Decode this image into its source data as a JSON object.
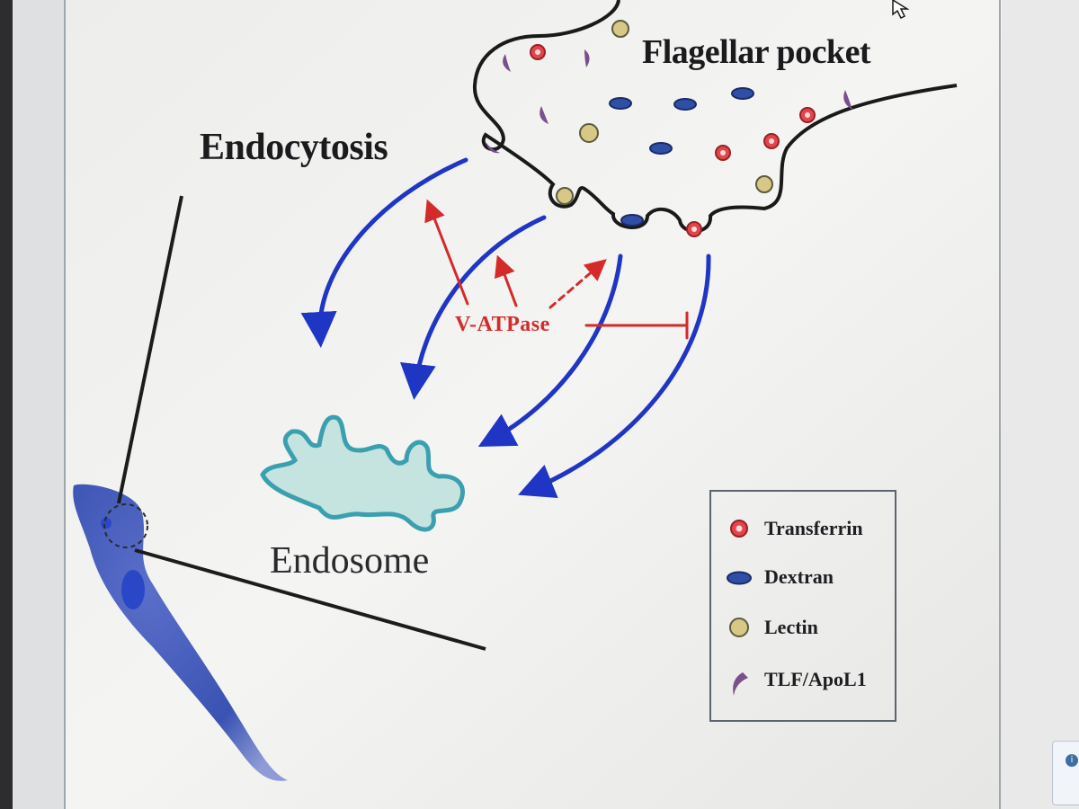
{
  "diagram": {
    "title_flagellar_pocket": "Flagellar pocket",
    "title_endocytosis": "Endocytosis",
    "title_endosome": "Endosome",
    "label_vatpase": "V-ATPase"
  },
  "legend": {
    "items": [
      {
        "label": "Transferrin",
        "icon": "transferrin-icon",
        "color": "#e0474c"
      },
      {
        "label": "Dextran",
        "icon": "dextran-icon",
        "color": "#2f4fa6"
      },
      {
        "label": "Lectin",
        "icon": "lectin-icon",
        "color": "#d9c98a"
      },
      {
        "label": "TLF/ApoL1",
        "icon": "tlf-apol1-icon",
        "color": "#7a4f8a"
      }
    ]
  },
  "colors": {
    "arrow_blue": "#1f35c4",
    "arrow_red": "#d42a2a",
    "endosome_outline": "#3aa0b0",
    "endosome_fill": "#c5e3df",
    "trypanosome": "#3c54b4",
    "paper": "#f3f3f1"
  }
}
